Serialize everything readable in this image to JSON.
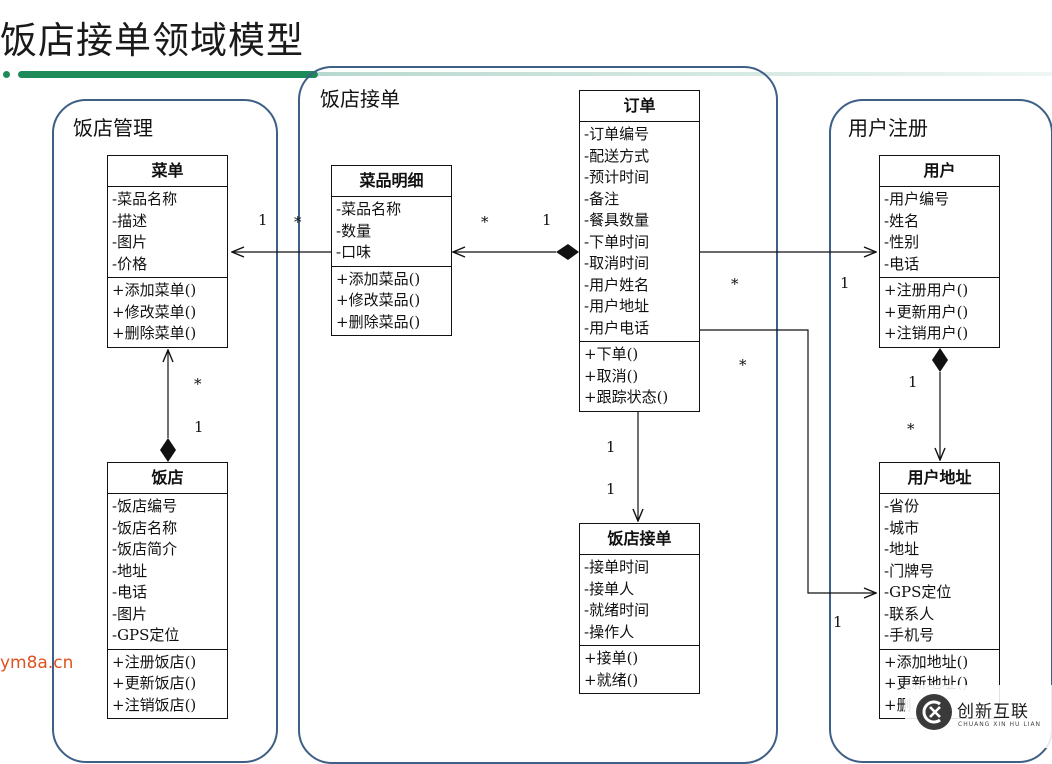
{
  "title": "饭店接单领域模型",
  "contexts": {
    "restaurant_mgmt": "饭店管理",
    "order_taking": "饭店接单",
    "user_registration": "用户注册"
  },
  "classes": {
    "menu": {
      "name": "菜单",
      "attributes": [
        "-菜品名称",
        "-描述",
        "-图片",
        "-价格"
      ],
      "operations": [
        "+添加菜单()",
        "+修改菜单()",
        "+删除菜单()"
      ]
    },
    "restaurant": {
      "name": "饭店",
      "attributes": [
        "-饭店编号",
        "-饭店名称",
        "-饭店简介",
        "-地址",
        "-电话",
        "-图片",
        "-GPS定位"
      ],
      "operations": [
        "+注册饭店()",
        "+更新饭店()",
        "+注销饭店()"
      ]
    },
    "dish_detail": {
      "name": "菜品明细",
      "attributes": [
        "-菜品名称",
        "-数量",
        "-口味"
      ],
      "operations": [
        "+添加菜品()",
        "+修改菜品()",
        "+删除菜品()"
      ]
    },
    "order": {
      "name": "订单",
      "attributes": [
        "-订单编号",
        "-配送方式",
        "-预计时间",
        "-备注",
        "-餐具数量",
        "-下单时间",
        "-取消时间",
        "-用户姓名",
        "-用户地址",
        "-用户电话"
      ],
      "operations": [
        "+下单()",
        "+取消()",
        "+跟踪状态()"
      ]
    },
    "restaurant_order": {
      "name": "饭店接单",
      "attributes": [
        "-接单时间",
        "-接单人",
        "-就绪时间",
        "-操作人"
      ],
      "operations": [
        "+接单()",
        "+就绪()"
      ]
    },
    "user": {
      "name": "用户",
      "attributes": [
        "-用户编号",
        "-姓名",
        "-性别",
        "-电话"
      ],
      "operations": [
        "+注册用户()",
        "+更新用户()",
        "+注销用户()"
      ]
    },
    "user_address": {
      "name": "用户地址",
      "attributes": [
        "-省份",
        "-城市",
        "-地址",
        "-门牌号",
        "-GPS定位",
        "-联系人",
        "-手机号"
      ],
      "operations": [
        "+添加地址()",
        "+更新地址()",
        "+删"
      ]
    }
  },
  "multiplicities": {
    "menu_dish_menu": "1",
    "menu_dish_dish": "*",
    "dish_order_dish": "*",
    "dish_order_order": "1",
    "menu_rest_menu": "*",
    "menu_rest_rest": "1",
    "order_user_order": "*",
    "order_user_user": "1",
    "order_addr_order": "*",
    "order_addr_addr": "1",
    "order_ro_order": "1",
    "order_ro_ro": "1",
    "user_addr_user": "1",
    "user_addr_addr": "*"
  },
  "watermark": "ym8a.cn",
  "brand": {
    "name": "创新互联",
    "sub": "CHUANG XIN HU LIAN"
  },
  "colors": {
    "accent": "#1e8a5a",
    "context_border": "#3e5f86",
    "watermark": "#e0521f"
  }
}
